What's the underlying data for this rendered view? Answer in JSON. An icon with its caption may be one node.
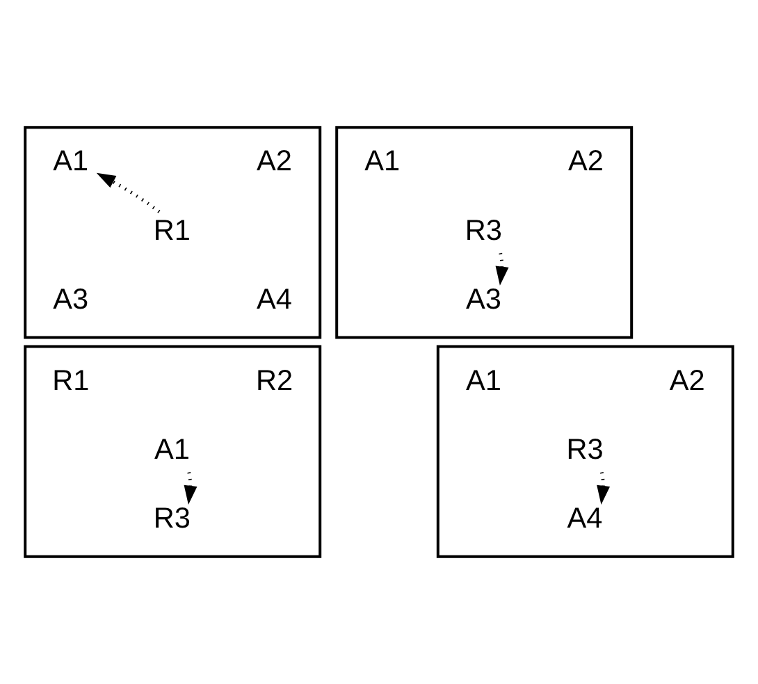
{
  "diagram": {
    "nodes": [
      {
        "text": [],
        "shape": "box"
      },
      {
        "text": [
          "A1"
        ],
        "in": 0
      },
      {
        "text": [
          "A2"
        ],
        "in": 0
      },
      {
        "text": [
          "R1"
        ],
        "in": 0
      },
      {
        "text": [
          "A3"
        ],
        "in": 0
      },
      {
        "text": [
          "A4"
        ],
        "in": 0
      },
      {
        "text": [],
        "shape": "box"
      },
      {
        "text": [
          "A1"
        ],
        "in": 6
      },
      {
        "text": [
          "A2"
        ],
        "in": 6
      },
      {
        "text": [
          "R3"
        ],
        "in": 6
      },
      {
        "text": [
          "A3"
        ],
        "in": 6
      },
      {
        "text": [],
        "shape": "box"
      },
      {
        "text": [
          "R1"
        ],
        "in": 11
      },
      {
        "text": [
          "R2"
        ],
        "in": 11
      },
      {
        "text": [
          "A1"
        ],
        "in": 11
      },
      {
        "text": [
          "R3"
        ],
        "in": 11
      },
      {
        "text": [],
        "shape": "box"
      },
      {
        "text": [
          "A1"
        ],
        "in": 16
      },
      {
        "text": [
          "A2"
        ],
        "in": 16
      },
      {
        "text": [
          "R3"
        ],
        "in": 16
      },
      {
        "text": [
          "A4"
        ],
        "in": 16
      }
    ],
    "edges": [
      {
        "from": 3,
        "to": 1,
        "arrow": "to",
        "style": "dashed"
      },
      {
        "from": 9,
        "to": 10,
        "arrow": "to",
        "style": "dashed"
      },
      {
        "from": 14,
        "to": 15,
        "arrow": "to",
        "style": "dashed"
      },
      {
        "from": 19,
        "to": 20,
        "arrow": "to",
        "style": "dashed"
      }
    ]
  }
}
